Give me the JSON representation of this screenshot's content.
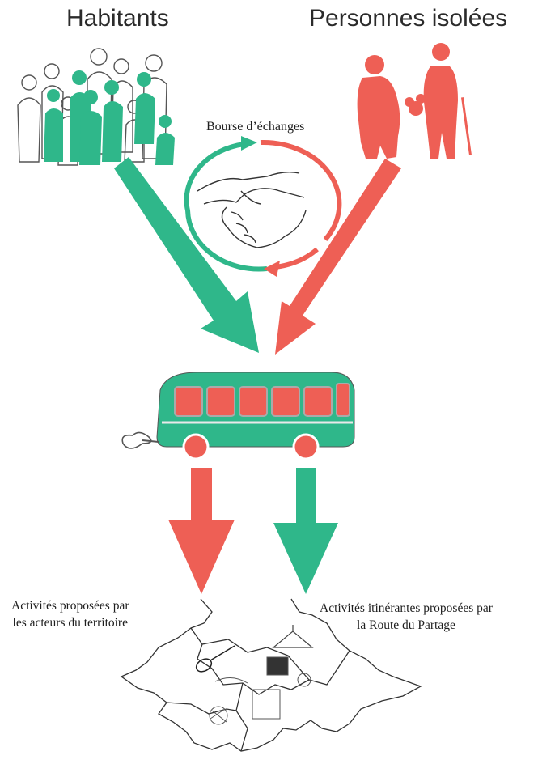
{
  "headings": {
    "residents": "Habitants",
    "isolated_people": "Personnes isolées"
  },
  "exchange_label": "Bourse d’échanges",
  "activities": {
    "local_actors": [
      "Activités proposées par",
      "les acteurs du territoire"
    ],
    "itinerant": [
      "Activités itinérantes proposées par",
      "la Route du Partage"
    ]
  },
  "colors": {
    "green": "#2fb78a",
    "red": "#ee5f55",
    "outline": "#3a3a3a"
  },
  "icons": [
    "people-crowd-icon",
    "elderly-couple-icon",
    "handshake-icon",
    "bus-icon",
    "guitar-icon",
    "circus-tent-icon",
    "yarn-icon",
    "map-icon"
  ]
}
